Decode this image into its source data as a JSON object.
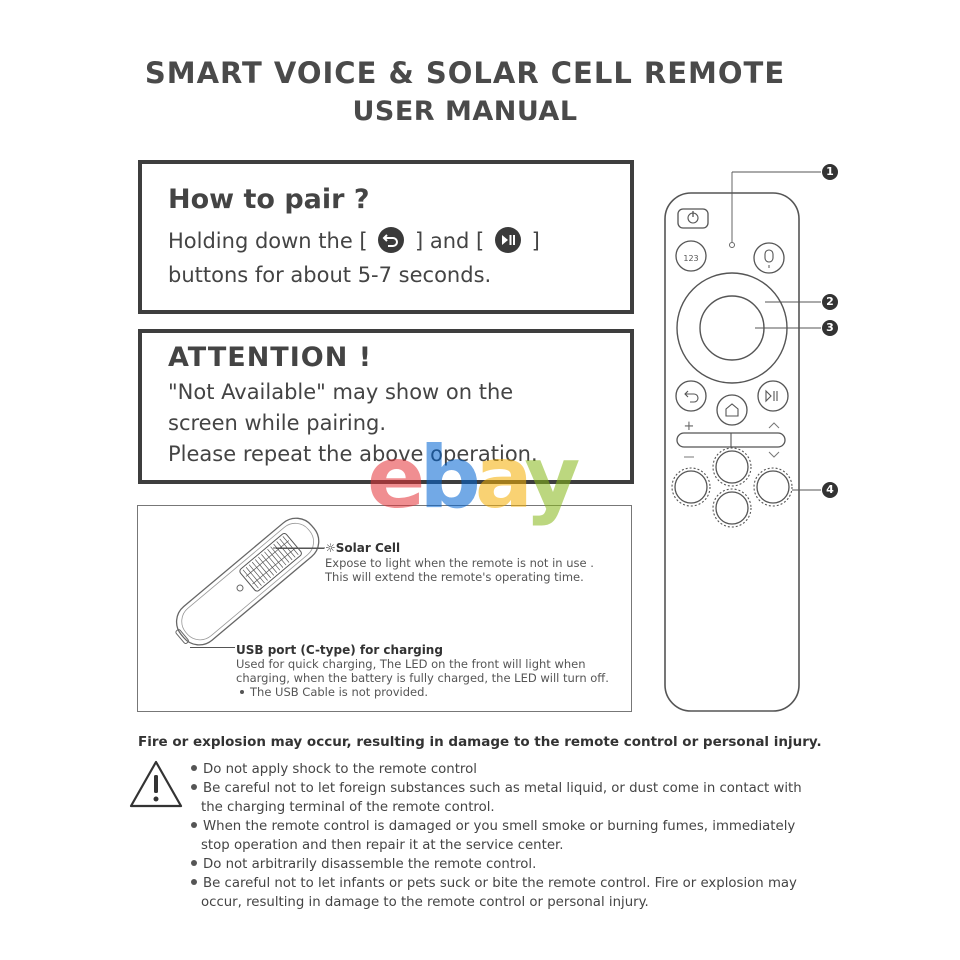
{
  "header": {
    "title": "SMART VOICE & SOLAR CELL REMOTE",
    "subtitle": "USER MANUAL"
  },
  "pairing": {
    "title": "How to pair ?",
    "line1_prefix": "Holding down the [",
    "line1_middle": "] and [",
    "line1_suffix": "]",
    "line2": "buttons for about 5-7 seconds.",
    "icons": [
      "back-icon",
      "play-pause-icon"
    ]
  },
  "attention": {
    "title": "ATTENTION !",
    "lines": [
      "\"Not Available\" may show on the",
      "screen while pairing.",
      "Please repeat the above operation."
    ]
  },
  "solar_panel": {
    "solar_title": "Solar Cell",
    "solar_lines": [
      "Expose to light when the remote is not in use .",
      "This will extend the remote's operating time."
    ],
    "usb_title": "USB port (C-type) for charging",
    "usb_lines": [
      "Used for quick charging, The LED on the front will light when",
      "charging, when the battery is fully charged, the LED will turn off."
    ],
    "usb_note": "The USB Cable is not provided."
  },
  "remote_diagram": {
    "callouts": [
      "1",
      "2",
      "3",
      "4"
    ],
    "buttons": [
      "power-icon",
      "123-keypad-icon",
      "microphone-icon",
      "direction-ring",
      "select-button",
      "back-icon",
      "home-icon",
      "play-pause-icon",
      "volume-rocker",
      "shortcut-buttons"
    ],
    "labels": {
      "keypad": "123",
      "plus": "+"
    }
  },
  "warnings": {
    "heading": "Fire or explosion may occur, resulting in damage to the remote control or personal injury.",
    "items": [
      [
        "Do not apply shock to the remote control"
      ],
      [
        "Be careful not to let foreign substances such as metal liquid, or dust come in contact with",
        "the charging terminal of the remote control."
      ],
      [
        "When the remote control is damaged or you smell smoke or burning fumes, immediately",
        "stop operation and then repair it at the service center."
      ],
      [
        "Do not arbitrarily disassemble the remote control."
      ],
      [
        "Be careful not to let infants or pets suck or bite the remote control. Fire or explosion may",
        "occur, resulting in damage to the remote control or personal injury."
      ]
    ]
  },
  "watermark": {
    "letters": [
      "e",
      "b",
      "a",
      "y"
    ],
    "colors": [
      "#e53238",
      "#0064d2",
      "#f5af02",
      "#86b817"
    ]
  }
}
